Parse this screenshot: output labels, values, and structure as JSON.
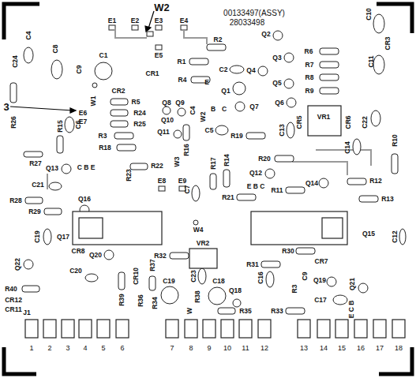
{
  "diagram": {
    "labels": [
      "W2",
      "3",
      "00133497(ASSY)",
      "28033498",
      "E1",
      "E2",
      "E3",
      "E4",
      "E5",
      "E6",
      "E7",
      "C4",
      "C24",
      "C8",
      "C9",
      "C1",
      "R1",
      "R2",
      "C2",
      "CR1",
      "R4",
      "Q2",
      "Q3",
      "Q4",
      "Q5",
      "Q6",
      "Q7",
      "Q1",
      "E",
      "B",
      "C",
      "R6",
      "R7",
      "R8",
      "R9",
      "C10",
      "CR3",
      "C11",
      "C22",
      "VR1",
      "CR5",
      "CR6",
      "C13",
      "C14",
      "R10",
      "CR2",
      "R5",
      "R24",
      "R25",
      "Q8",
      "Q9",
      "Q10",
      "Q11",
      "W1",
      "C6",
      "R26",
      "R15",
      "R3",
      "R18",
      "R16",
      "C5",
      "R19",
      "C4",
      "W2",
      "Q13",
      "C B E",
      "R27",
      "C21",
      "R22",
      "R23",
      "E8",
      "E9",
      "W3",
      "R17",
      "R14",
      "R20",
      "Q12",
      "E B C",
      "R11",
      "C7",
      "R21",
      "Q14",
      "R12",
      "R13",
      "R28",
      "R29",
      "Q16",
      "Q17",
      "C19",
      "Q15",
      "C12",
      "W4",
      "VR2",
      "CR8",
      "Q20",
      "R32",
      "Q22",
      "C20",
      "R37",
      "CR10",
      "C19",
      "R40",
      "CR12",
      "CR11",
      "R39",
      "R36",
      "R34",
      "C23",
      "W",
      "R38",
      "C18",
      "Q18",
      "C16",
      "R31",
      "R30",
      "CR7",
      "C9",
      "R3",
      "Q19",
      "C17",
      "Q21",
      "E C B",
      "R33",
      "R35",
      "J1",
      "1",
      "2",
      "3",
      "4",
      "5",
      "6",
      "7",
      "8",
      "9",
      "10",
      "11",
      "12",
      "13",
      "14",
      "15",
      "16",
      "17",
      "18"
    ]
  }
}
